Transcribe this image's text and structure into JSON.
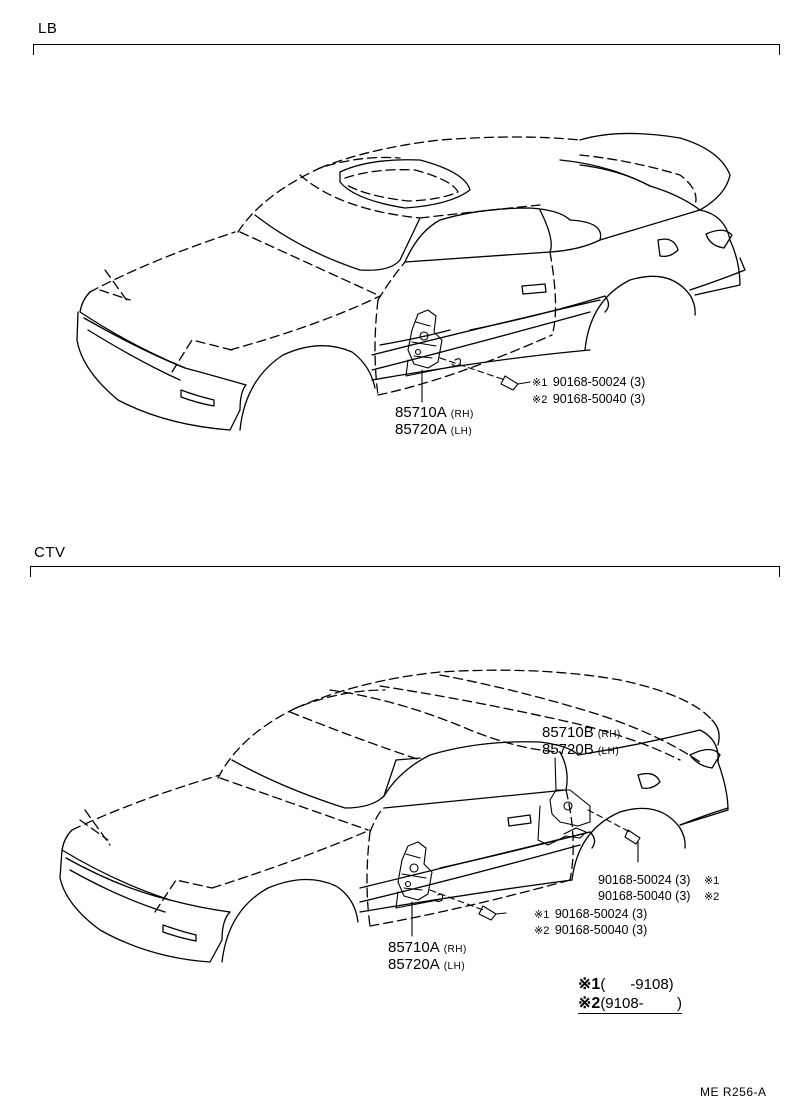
{
  "sections": {
    "lb": {
      "label": "LB"
    },
    "ctv": {
      "label": "CTV"
    }
  },
  "lb": {
    "regulator": {
      "part_rh": "85710A",
      "side_rh": "(RH)",
      "part_lh": "85720A",
      "side_lh": "(LH)"
    },
    "bolt1": {
      "mark": "※1",
      "part": "90168-50024",
      "qty": "(3)"
    },
    "bolt2": {
      "mark": "※2",
      "part": "90168-50040",
      "qty": "(3)"
    }
  },
  "ctv": {
    "regulator_b": {
      "part_rh": "85710B",
      "side_rh": "(RH)",
      "part_lh": "85720B",
      "side_lh": "(LH)"
    },
    "rear_bolt1": {
      "part": "90168-50024",
      "qty": "(3)",
      "mark": "※1"
    },
    "rear_bolt2": {
      "part": "90168-50040",
      "qty": "(3)",
      "mark": "※2"
    },
    "regulator_a": {
      "part_rh": "85710A",
      "side_rh": "(RH)",
      "part_lh": "85720A",
      "side_lh": "(LH)"
    },
    "bolt1": {
      "mark": "※1",
      "part": "90168-50024",
      "qty": "(3)"
    },
    "bolt2": {
      "mark": "※2",
      "part": "90168-50040",
      "qty": "(3)"
    }
  },
  "legend": {
    "line1_sym": "※1",
    "line1_text": "(      -9108)",
    "line2_sym": "※2",
    "line2_text": "(9108-        )"
  },
  "footer": {
    "code": "ME R256-A"
  }
}
